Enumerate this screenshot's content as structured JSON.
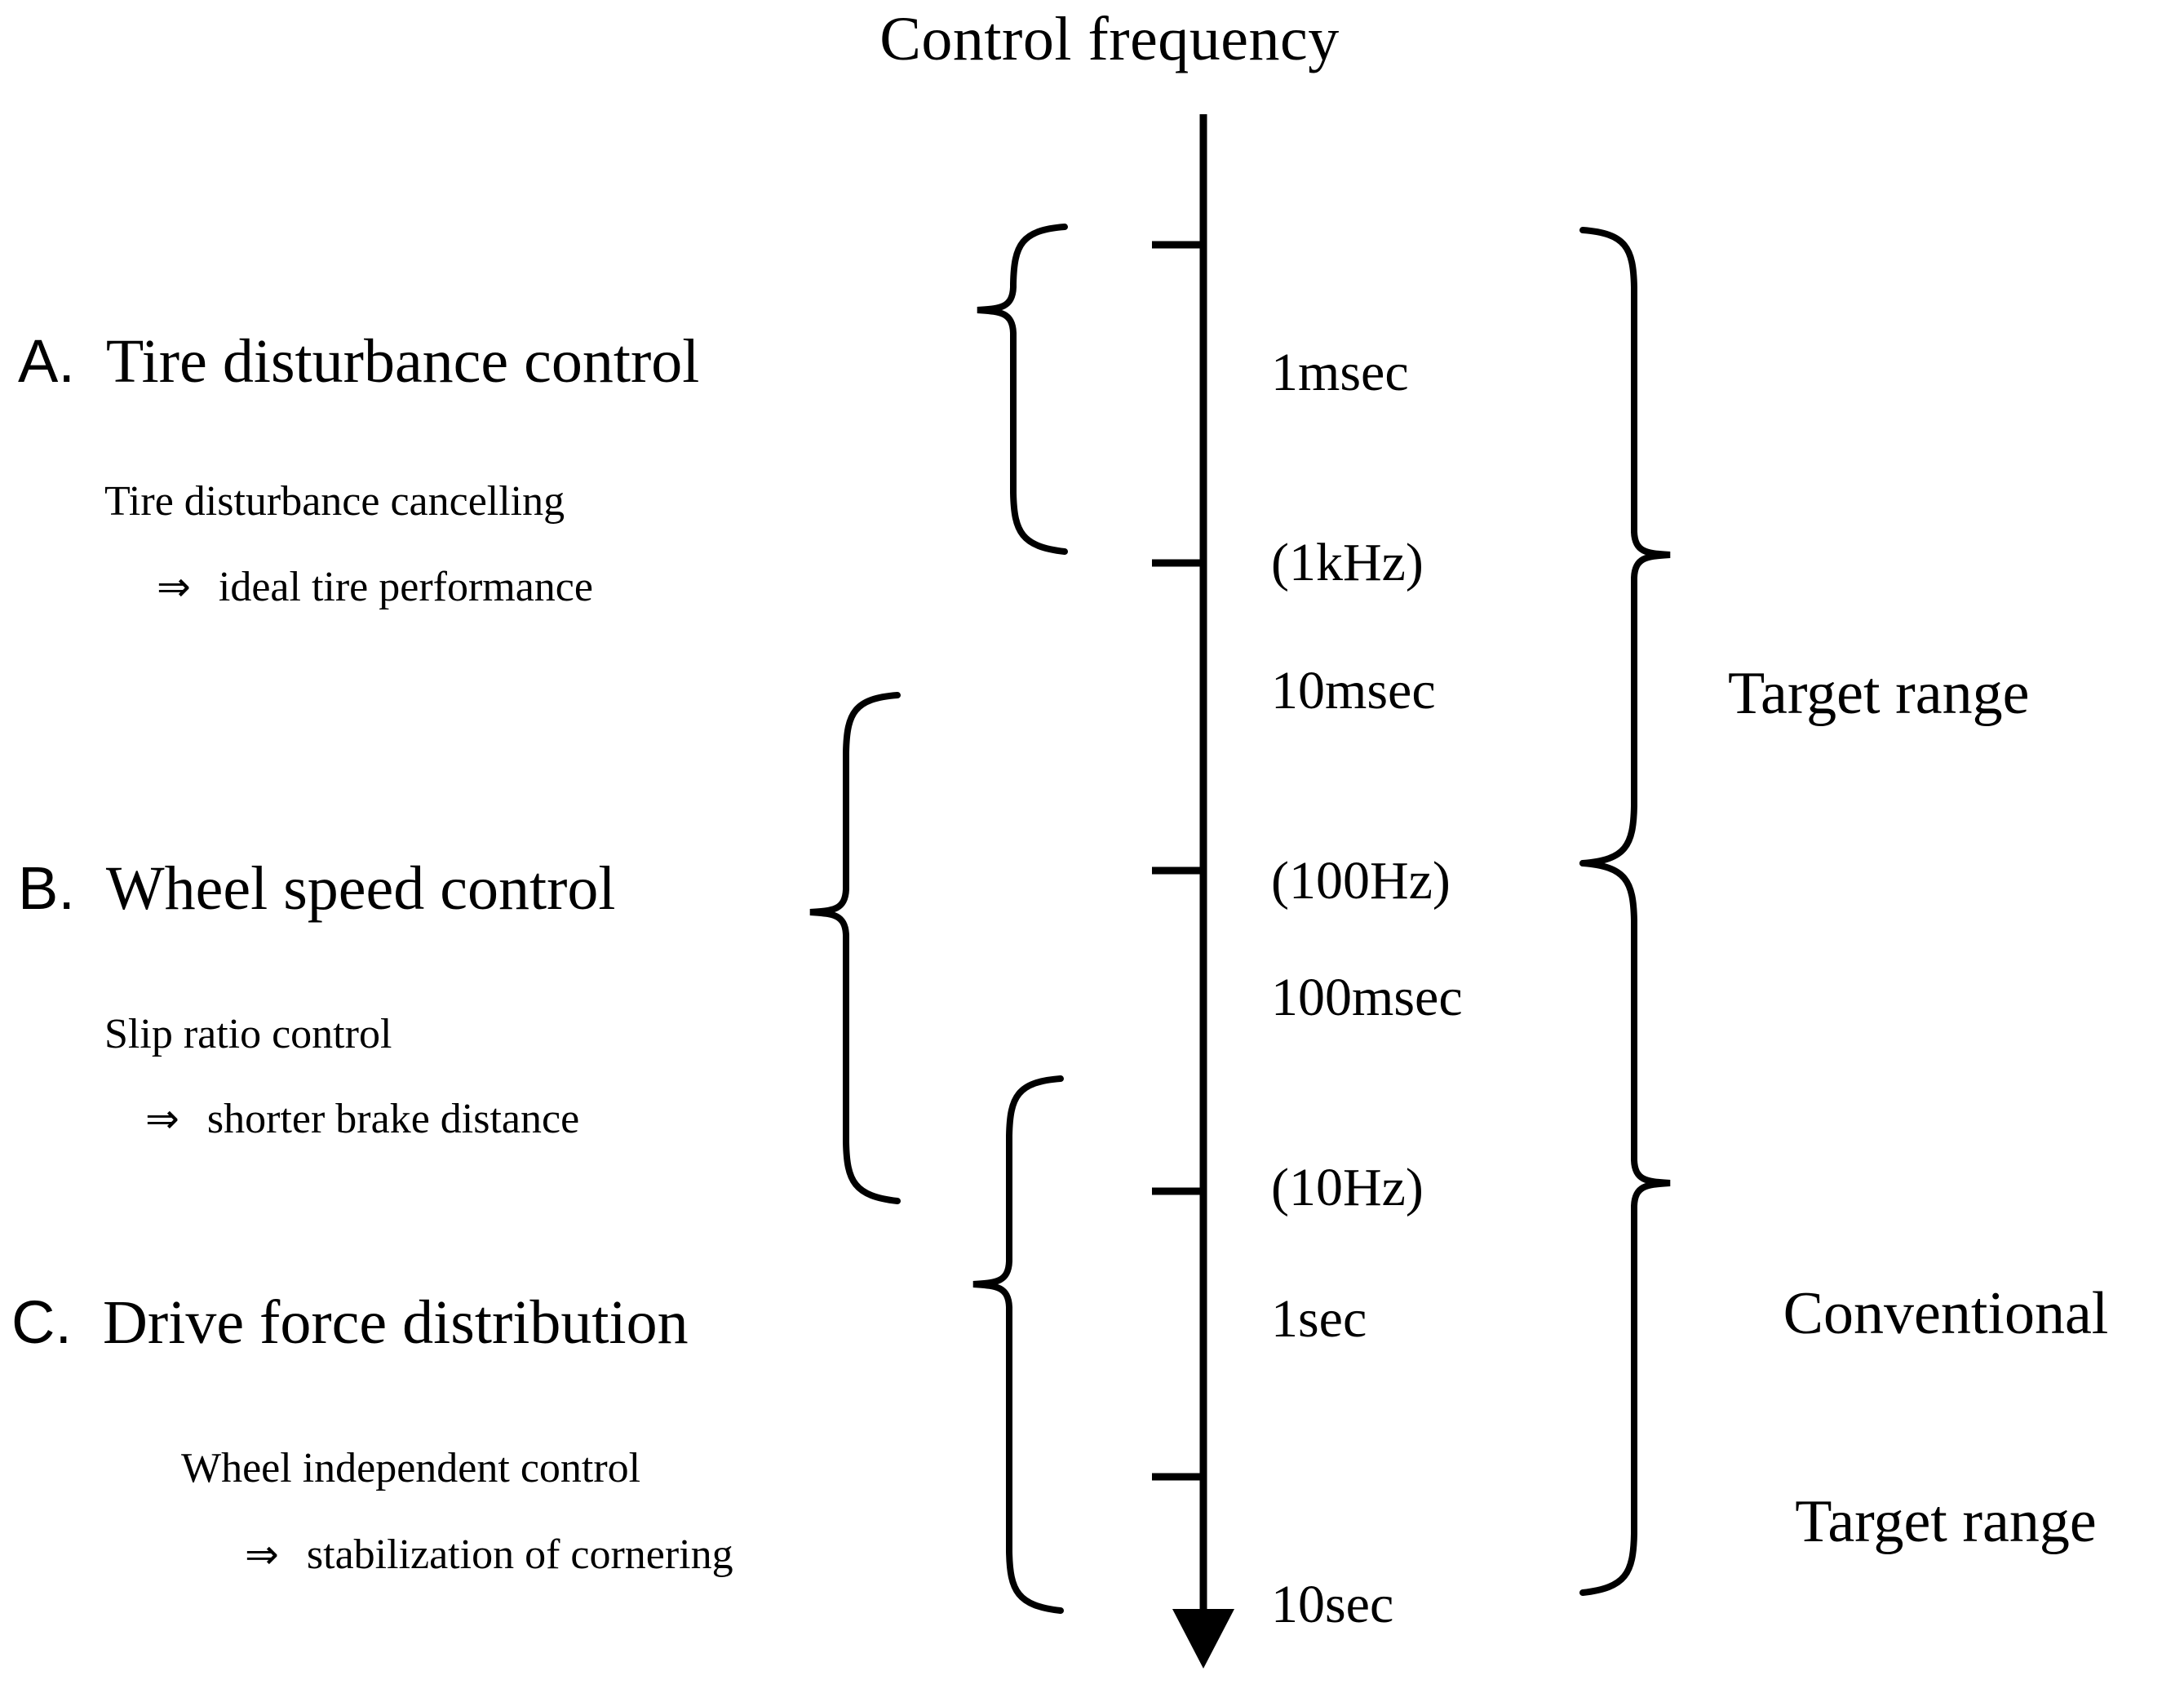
{
  "title": "Control frequency",
  "axis": {
    "orientation": "vertical",
    "direction": "downward-arrow",
    "ticks": [
      {
        "id": "t1",
        "line1": "1msec",
        "line2": "(1kHz)"
      },
      {
        "id": "t2",
        "line1": "10msec",
        "line2": "(100Hz)"
      },
      {
        "id": "t3",
        "line1": "100msec",
        "line2": "(10Hz)"
      },
      {
        "id": "t4",
        "line1": "1sec",
        "line2": ""
      },
      {
        "id": "t5",
        "line1": "10sec",
        "line2": ""
      }
    ]
  },
  "sections": [
    {
      "letter": "A",
      "dot": ".",
      "title": "Tire disturbance control",
      "detail": "Tire disturbance  cancelling",
      "arrow": "⇒",
      "result": "ideal tire performance"
    },
    {
      "letter": "B",
      "dot": ".",
      "title": "Wheel speed control",
      "detail": "Slip ratio control",
      "arrow": "⇒",
      "result": "shorter  brake distance"
    },
    {
      "letter": "C",
      "dot": ".",
      "title": "Drive force distribution",
      "detail": "Wheel independent  control",
      "arrow": "⇒",
      "result": "stabilization  of cornering"
    }
  ],
  "ranges": [
    {
      "id": "target",
      "line1": "Target range",
      "line2": ""
    },
    {
      "id": "conventional",
      "line1": "Conventional",
      "line2": "Target range"
    }
  ],
  "colors": {
    "ink": "#000000",
    "background": "#ffffff"
  }
}
